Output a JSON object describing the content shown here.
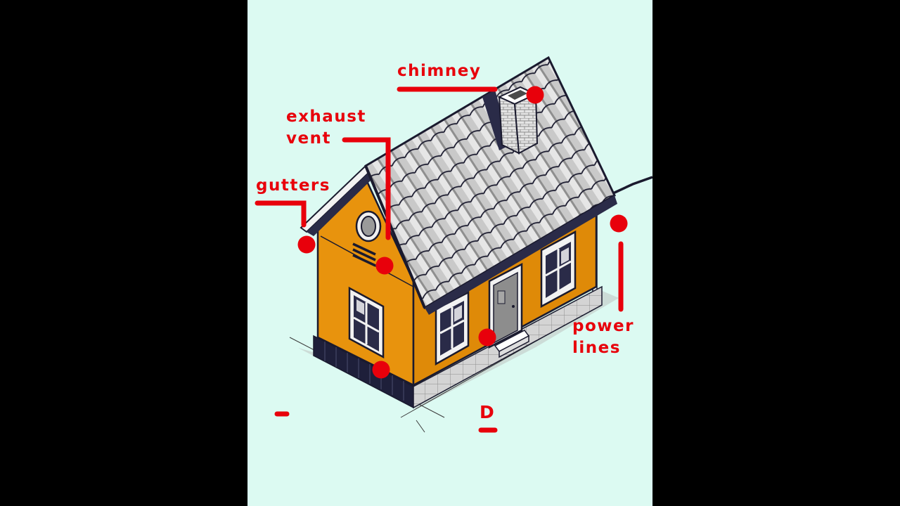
{
  "colors": {
    "letterbox": "#000000",
    "background": "#dcfaf2",
    "accent_red": "#e8000b",
    "wall_front": "#e8930d",
    "wall_side": "#df8a08",
    "roof_tile": "#c9c9c9",
    "outline": "#1a1a2e"
  },
  "labels": {
    "chimney": "chimney",
    "exhaust_vent_line1": "exhaust",
    "exhaust_vent_line2": "vent",
    "gutters": "gutters",
    "power_lines_line1": "power",
    "power_lines_line2": "lines",
    "partial_letter": "D"
  }
}
